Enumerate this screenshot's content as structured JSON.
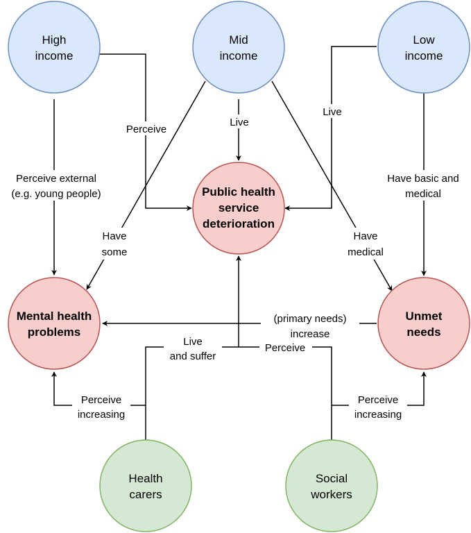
{
  "nodes": {
    "high_income": {
      "line1": "High",
      "line2": "income",
      "fill": "#dae8fc",
      "stroke": "#6c8ebf"
    },
    "mid_income": {
      "line1": "Mid",
      "line2": "income",
      "fill": "#dae8fc",
      "stroke": "#6c8ebf"
    },
    "low_income": {
      "line1": "Low",
      "line2": "income",
      "fill": "#dae8fc",
      "stroke": "#6c8ebf"
    },
    "public_health": {
      "line1": "Public health",
      "line2": "service",
      "line3": "deterioration",
      "fill": "#f8cecc",
      "stroke": "#b85450"
    },
    "mental_health": {
      "line1": "Mental health",
      "line2": "problems",
      "fill": "#f8cecc",
      "stroke": "#b85450"
    },
    "unmet_needs": {
      "line1": "Unmet",
      "line2": "needs",
      "fill": "#f8cecc",
      "stroke": "#b85450"
    },
    "health_carers": {
      "line1": "Health",
      "line2": "carers",
      "fill": "#d5e8d4",
      "stroke": "#82b366"
    },
    "social_workers": {
      "line1": "Social",
      "line2": "workers",
      "fill": "#d5e8d4",
      "stroke": "#82b366"
    }
  },
  "edges": {
    "high_to_mental": {
      "line1": "Perceive external",
      "line2": "(e.g. young people)"
    },
    "high_to_public": {
      "line1": "Perceive"
    },
    "mid_to_public": {
      "line1": "Live"
    },
    "mid_to_mental": {
      "line1": "Have",
      "line2": "some"
    },
    "mid_to_unmet": {
      "line1": "Have",
      "line2": "medical"
    },
    "low_to_public": {
      "line1": "Live"
    },
    "low_to_unmet": {
      "line1": "Have basic and",
      "line2": "medical"
    },
    "unmet_to_mental": {
      "line1": "(primary needs)",
      "line2": "increase"
    },
    "carers_to_public": {
      "line1": "Live",
      "line2": "and suffer"
    },
    "social_to_public": {
      "line1": "Perceive"
    },
    "carers_to_mental": {
      "line1": "Perceive",
      "line2": "increasing"
    },
    "social_to_unmet": {
      "line1": "Perceive",
      "line2": "increasing"
    }
  }
}
